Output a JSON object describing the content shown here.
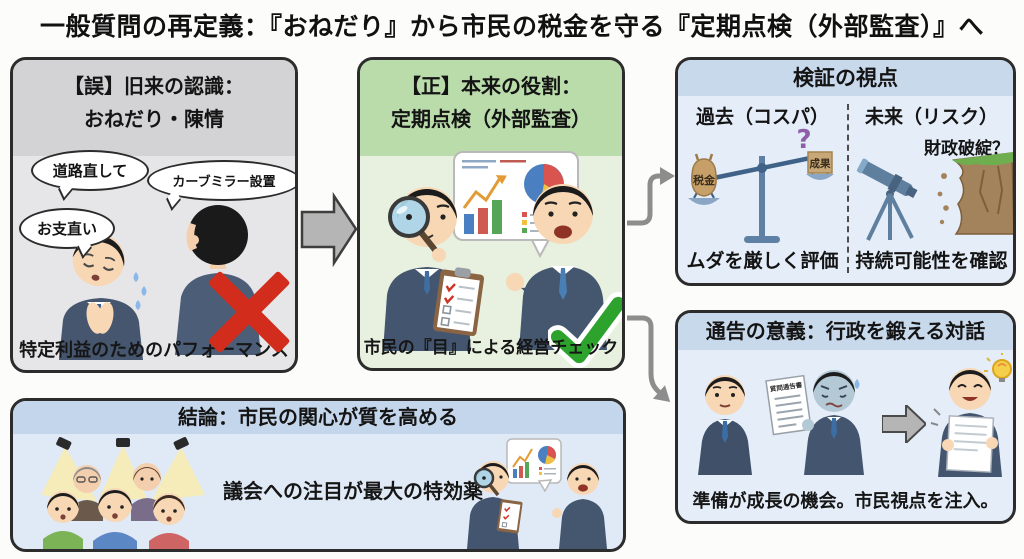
{
  "title": "一般質問の再定義：『おねだり』から市民の税金を守る『定期点検（外部監査）』へ",
  "panel_wrong": {
    "header_line1": "【誤】旧来の認識：",
    "header_line2": "おねだり・陳情",
    "bubble_road": "道路直して",
    "bubble_mirror": "カーブミラー設置",
    "bubble_fix": "お支直い",
    "caption": "特定利益のためのパフォーマンス"
  },
  "panel_correct": {
    "header_line1": "【正】本来の役割：",
    "header_line2": "定期点検（外部監査）",
    "caption": "市民の『目』による経営チェック"
  },
  "panel_verification": {
    "header": "検証の視点",
    "past_heading": "過去（コスパ）",
    "future_heading": "未来（リスク）",
    "scale_left_label": "税金",
    "scale_right_label": "成果",
    "question_mark": "?",
    "risk_label": "財政破綻？",
    "past_caption": "ムダを厳しく評価",
    "future_caption": "持続可能性を確認"
  },
  "panel_notice": {
    "header": "通告の意義：行政を鍛える対話",
    "document_label": "質問通告書",
    "caption": "準備が成長の機会。市民視点を注入。"
  },
  "panel_conclusion": {
    "header": "結論：市民の関心が質を高める",
    "caption": "議会への注目が最大の特効薬"
  },
  "colors": {
    "wrong_header": "#d3d3d5",
    "correct_header": "#b9dcaa",
    "blue_header": "#c9d9ec",
    "cross_red": "#d22d1c",
    "check_green": "#2da32d",
    "arrow_gray": "#b5b5b5"
  }
}
